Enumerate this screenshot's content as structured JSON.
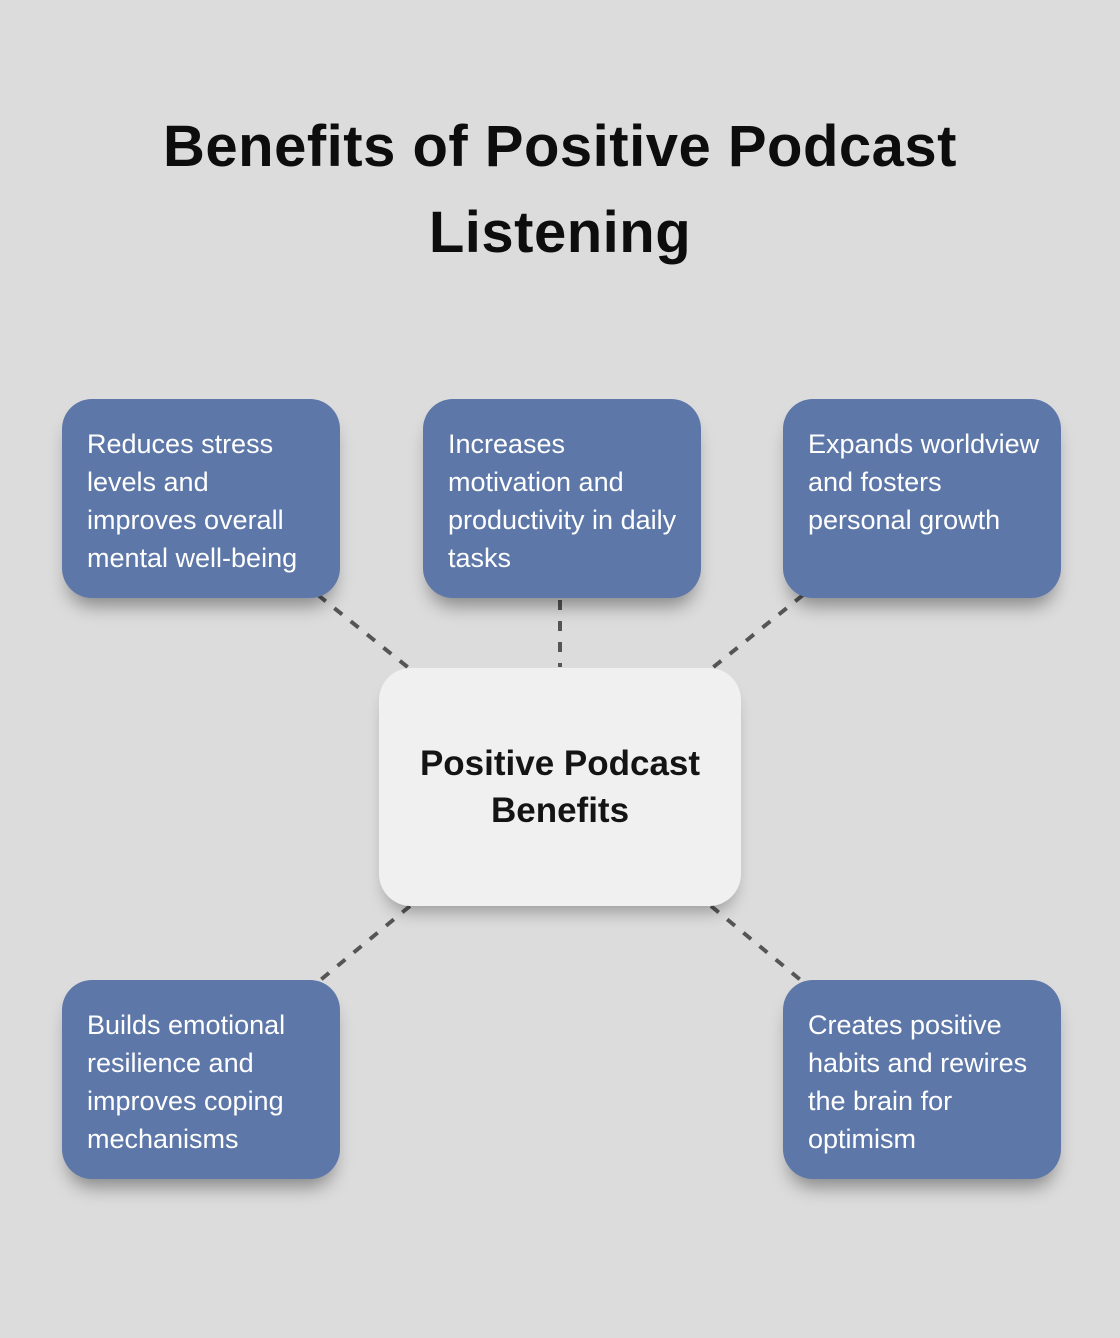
{
  "title": "Benefits of Positive Podcast Listening",
  "center": {
    "label": "Positive Podcast Benefits"
  },
  "nodes": [
    {
      "id": "reduces-stress",
      "label": "Reduces stress levels and improves overall mental well-being"
    },
    {
      "id": "increases-motivation",
      "label": "Increases motivation and productivity in daily tasks"
    },
    {
      "id": "expands-worldview",
      "label": "Expands worldview and fosters personal growth"
    },
    {
      "id": "builds-resilience",
      "label": "Builds emotional resilience and improves coping mechanisms"
    },
    {
      "id": "creates-habits",
      "label": "Creates positive habits and rewires the brain for optimism"
    }
  ],
  "colors": {
    "background": "#dcdcdc",
    "node_fill": "#5d77a8",
    "node_text": "#ffffff",
    "center_fill": "#f0f0f0",
    "center_text": "#141414",
    "connector": "#555555",
    "title_text": "#0d0d0d"
  }
}
